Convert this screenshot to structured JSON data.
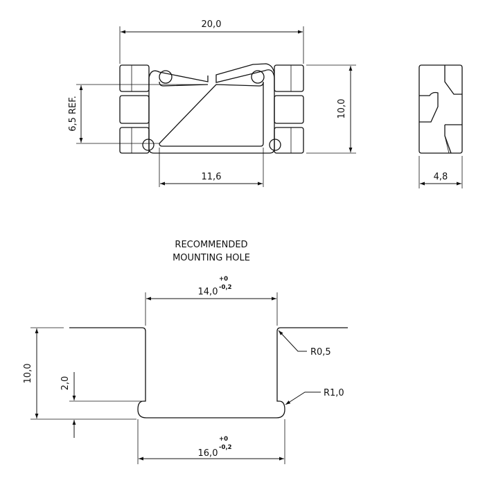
{
  "drawing": {
    "front_view": {
      "width_label": "20,0",
      "height_label": "10,0",
      "inner_width_label": "11,6",
      "ref_label": "6,5 REF."
    },
    "side_view": {
      "depth_label": "4,8"
    },
    "mounting_hole": {
      "title_line1": "RECOMMENDED",
      "title_line2": "MOUNTING HOLE",
      "top_width": "14,0",
      "top_tol_plus": "+0",
      "top_tol_minus": "-0,2",
      "bottom_width": "16,0",
      "bottom_tol_plus": "+0",
      "bottom_tol_minus": "-0,2",
      "height_label": "10,0",
      "slot_label": "2,0",
      "radius_small": "R0,5",
      "radius_large": "R1,0"
    }
  }
}
